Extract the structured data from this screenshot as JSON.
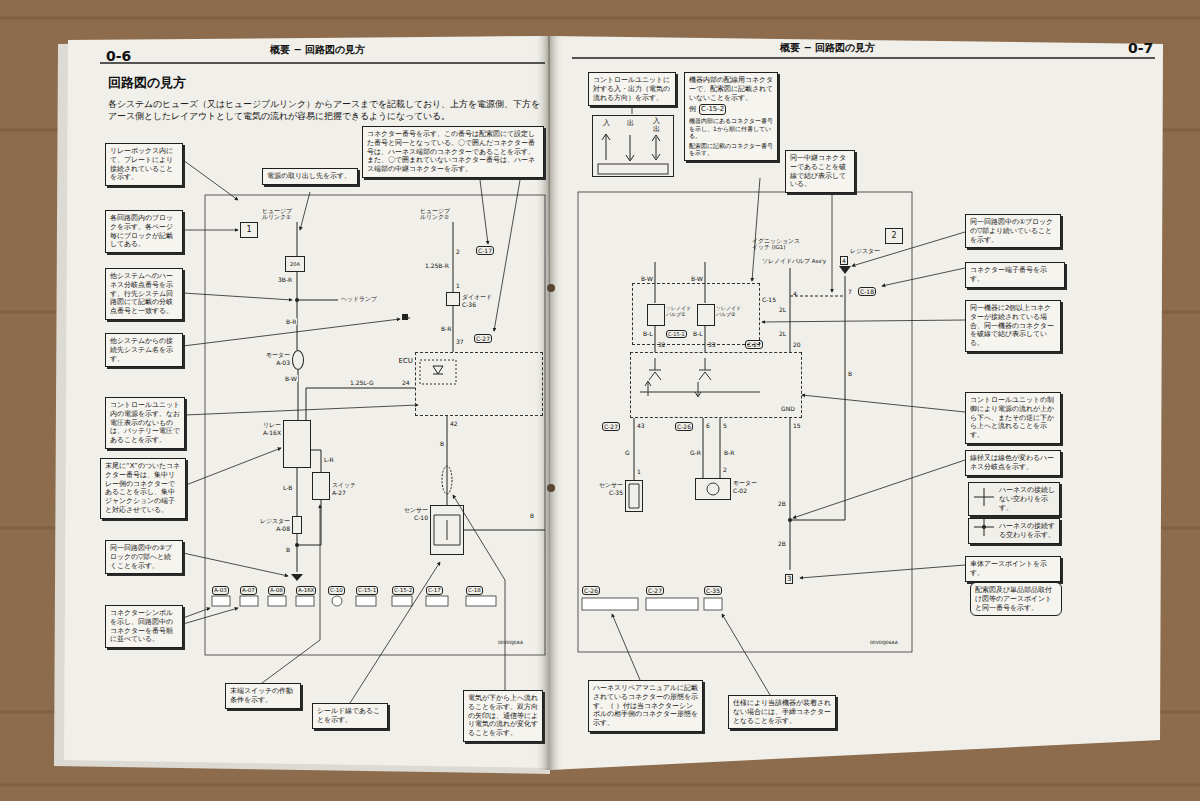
{
  "diagram": {
    "title": "回路図の見方",
    "nodes": [
      {
        "text": [
          "リレーボックス内にて、プレートにより接続されていることを示す。"
        ]
      },
      {
        "text": [
          "各回路図内のブロックを示す。各ページ毎にブロックが記載してある。"
        ]
      },
      {
        "text": [
          "他システムへのハーネス分岐点番号を示す。行先システム回路図にて記載の分岐点番号と一致する。"
        ]
      },
      {
        "text": [
          "他システムからの接続先システム名を示す。"
        ]
      },
      {
        "text": [
          "コントロールユニット内の電源を示す。なお電圧表示のないものは、バッテリー電圧であることを示す。"
        ]
      },
      {
        "text": [
          "末尾に“X”のついたコネクター番号は、集中リレー側のコネクターであることを示し、集中ジャンクションの端子と対応させている。"
        ]
      },
      {
        "text": [
          "同一回路図中の②ブロックの▽部へと続くことを示す。"
        ]
      },
      {
        "text": [
          "コネクターシンボルを示し、回路図中のコネクターを番号順に並べている。"
        ]
      },
      {
        "text": [
          "電源の取り出し先を示す。"
        ]
      },
      {
        "text": [
          "コネクター番号を示す。この番号は配索図にて設定した番号と同一となっている。〇で囲んだコネクター番号は、ハーネス端部のコネクターであることを示す。また、〇で囲まれていないコネクター番号は、ハーネス端部の中継コネクターを示す。"
        ]
      },
      {
        "text": [
          "末端スイッチの作動条件を示す。"
        ]
      },
      {
        "text": [
          "シールド線であることを示す。"
        ]
      },
      {
        "text": [
          "電気が下から上へ流れることを示す。双方向の矢印は、通信等により電気の流れが変化することを示す。"
        ]
      },
      {
        "text": [
          "1"
        ]
      },
      {
        "text": [
          "20A"
        ]
      },
      {
        "text": [
          "ダイオード",
          "C-36"
        ]
      },
      {
        "text": [
          "ECU"
        ]
      },
      {
        "text": [
          "モーター",
          "A-03"
        ]
      },
      {
        "text": [
          "リレー",
          "A-16X"
        ]
      },
      {
        "text": [
          "スイッチ",
          "A-27"
        ]
      },
      {
        "text": [
          "レジスター",
          "A-08"
        ]
      },
      {
        "text": [
          "センサー",
          "C-10"
        ]
      },
      {
        "text": [
          "コントロールユニットに対する入・出力（電気の流れる方向）を示す。"
        ]
      },
      {
        "text": [
          "入",
          "出",
          "入出"
        ]
      },
      {
        "text": [
          "機器内部の配線用コネクターで、配索図に記載されていないことを示す。",
          "例",
          "C-15-2",
          "機器内部にあるコネクター番号を示し、1から順に付番している。",
          "配索図に記載のコネクター番号を示す。"
        ]
      },
      {
        "text": [
          "同一中継コネクターであることを破線で結び表示している。"
        ]
      },
      {
        "text": [
          "同一回路図中の①ブロックの▽部より続いていることを示す。"
        ]
      },
      {
        "text": [
          "コネクター端子番号を示す。"
        ]
      },
      {
        "text": [
          "同一機器に2個以上コネクターが接続されている場合、同一機器のコネクターを破線で結び表示している。"
        ]
      },
      {
        "text": [
          "コントロールユニットの制御により電源の流れが上から下へ、またその逆に下から上へと流れることを示す。"
        ]
      },
      {
        "text": [
          "線径又は線色が変わるハーネス分岐点を示す。"
        ]
      },
      {
        "text": [
          "ハーネスの接続しない交わりを示す。"
        ]
      },
      {
        "text": [
          "ハーネスの接続する交わりを示す。"
        ]
      },
      {
        "text": [
          "車体アースポイントを示す。"
        ]
      },
      {
        "text": [
          "配索図及び単品部品取付け図等のアースポイントと同一番号を示す。"
        ]
      },
      {
        "text": [
          "ハーネスリペアマニュアルに記載されているコネクターの形態を示す。（ ）付は当コネクターシンボルの相手側のコネクター形態を示す。"
        ]
      },
      {
        "text": [
          "仕様により当該機器が装着されない場合には、手締コネクターとなることを示す。"
        ]
      },
      {
        "text": [
          "2"
        ]
      },
      {
        "text": [
          "ソレノイドバルブ Ass'y",
          "C-15"
        ]
      },
      {
        "text": [
          "ソレノイドバルブ①"
        ],
        "in": 38
      },
      {
        "text": [
          "ソレノイドバルブ②"
        ],
        "in": 38
      },
      {
        "text": [
          "GND"
        ]
      },
      {
        "text": [
          "センサー",
          "C-35"
        ]
      },
      {
        "text": [
          "モーター",
          "C-02"
        ]
      }
    ],
    "edges": [
      {
        "from": 14,
        "to": 17,
        "label": "B-R",
        "arrow": "none"
      },
      {
        "from": 17,
        "to": 18,
        "label": "B-W",
        "arrow": "none"
      },
      {
        "from": 18,
        "to": 20,
        "arrow": "none"
      },
      {
        "from": 18,
        "to": 19,
        "label": "L-R",
        "arrow": "none"
      },
      {
        "from": 16,
        "to": 18,
        "label": "1.25L-G",
        "arrow": "none"
      },
      {
        "from": 15,
        "to": 16,
        "label": "B-R",
        "arrow": "none"
      },
      {
        "from": 16,
        "to": 21,
        "label": "B",
        "arrow": "none"
      },
      {
        "from": 39,
        "to": 41,
        "label": "B-L",
        "arrow": "none"
      },
      {
        "from": 40,
        "to": 41,
        "label": "B-L",
        "arrow": "none"
      },
      {
        "from": 41,
        "to": 42,
        "label": "G",
        "arrow": "none"
      },
      {
        "from": 41,
        "to": 43,
        "label": "G-R",
        "arrow": "none"
      },
      {
        "from": 41,
        "to": 43,
        "label": "B-R",
        "arrow": "none"
      }
    ],
    "labels": [
      "0-6",
      "概要 − 回路図の見方",
      "各システムのヒューズ（又はヒュージブルリンク）からアースまでを記載しており、上方を電源側、下方をアース側としたレイアウトとして電気の流れが容易に把握できるようになっている。",
      "ヒュージブルリンク①",
      "3B-R",
      "ヘッドランプ",
      "ヒュージブルリンク②",
      "1.25B-R",
      "2",
      "C-17",
      "1",
      "37",
      "C-27",
      "24",
      "42",
      "L-B",
      "B",
      "B",
      "A-03",
      "A-07",
      "A-08",
      "A-16X",
      "C-10",
      "C-15-1",
      "C-15-2",
      "C-17",
      "C-18",
      "00V00J0AA",
      "概要 − 回路図の見方",
      "0-7",
      "イグニッションスイッチ (IG1)",
      "レジスター",
      "4",
      "B-W",
      "B-W",
      "2L",
      "4",
      "7",
      "C-18",
      "C-15-1",
      "2L",
      "32",
      "33",
      "C-27",
      "20",
      "C-27",
      "43",
      "C-26",
      "6",
      "5",
      "15",
      "B",
      "1",
      "2",
      "2B",
      "2B",
      "3",
      "C-26",
      "C-27",
      "C-35",
      "00V00J06AA"
    ]
  }
}
